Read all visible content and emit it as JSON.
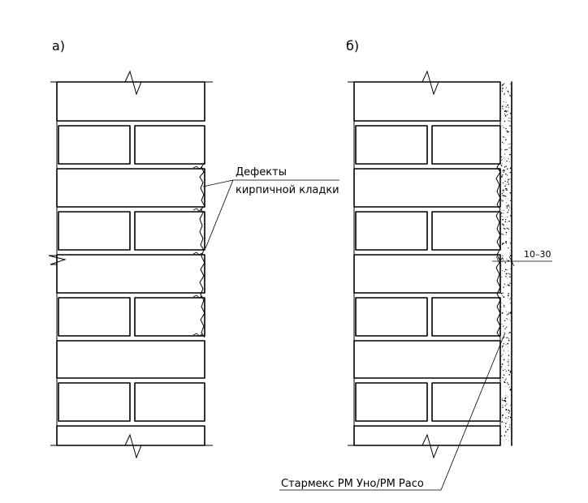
{
  "panels": {
    "a": {
      "label": "а)"
    },
    "b": {
      "label": "б)"
    }
  },
  "labels": {
    "defects_line1": "Дефекты",
    "defects_line2": "кирпичной кладки",
    "thickness": "10–30",
    "material": "Стармекс РМ Уно/РМ Расо"
  }
}
